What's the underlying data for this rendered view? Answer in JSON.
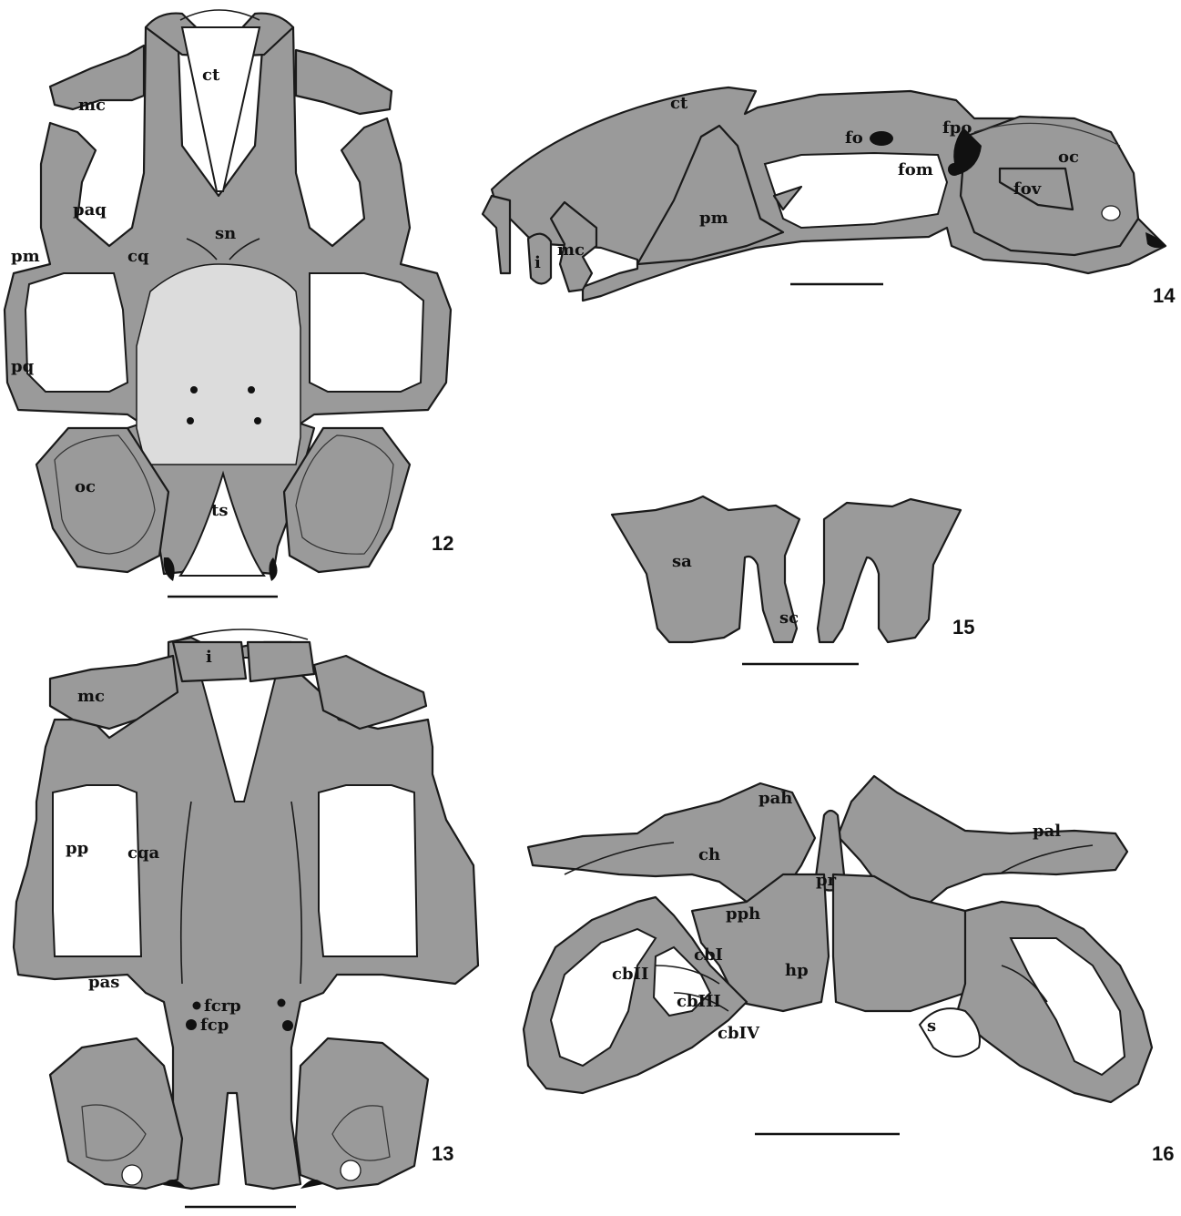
{
  "figures": [
    {
      "number": "12",
      "labels": [
        "ct",
        "mc",
        "paq",
        "pm",
        "cq",
        "sn",
        "pq",
        "oc",
        "ts"
      ]
    },
    {
      "number": "13",
      "labels": [
        "i",
        "mc",
        "pp",
        "cqa",
        "pas",
        "fcrp",
        "fcp"
      ]
    },
    {
      "number": "14",
      "labels": [
        "ct",
        "fo",
        "fpo",
        "fom",
        "oc",
        "fov",
        "pm",
        "i",
        "mc"
      ]
    },
    {
      "number": "15",
      "labels": [
        "sa",
        "sc"
      ]
    },
    {
      "number": "16",
      "labels": [
        "pah",
        "pal",
        "ch",
        "pr",
        "pph",
        "cbI",
        "cbII",
        "cbIII",
        "cbIV",
        "hp",
        "s"
      ]
    }
  ],
  "colors": {
    "cartilage": "#9a9a9a",
    "light": "#dcdcdc",
    "outline": "#1a1a1a"
  }
}
